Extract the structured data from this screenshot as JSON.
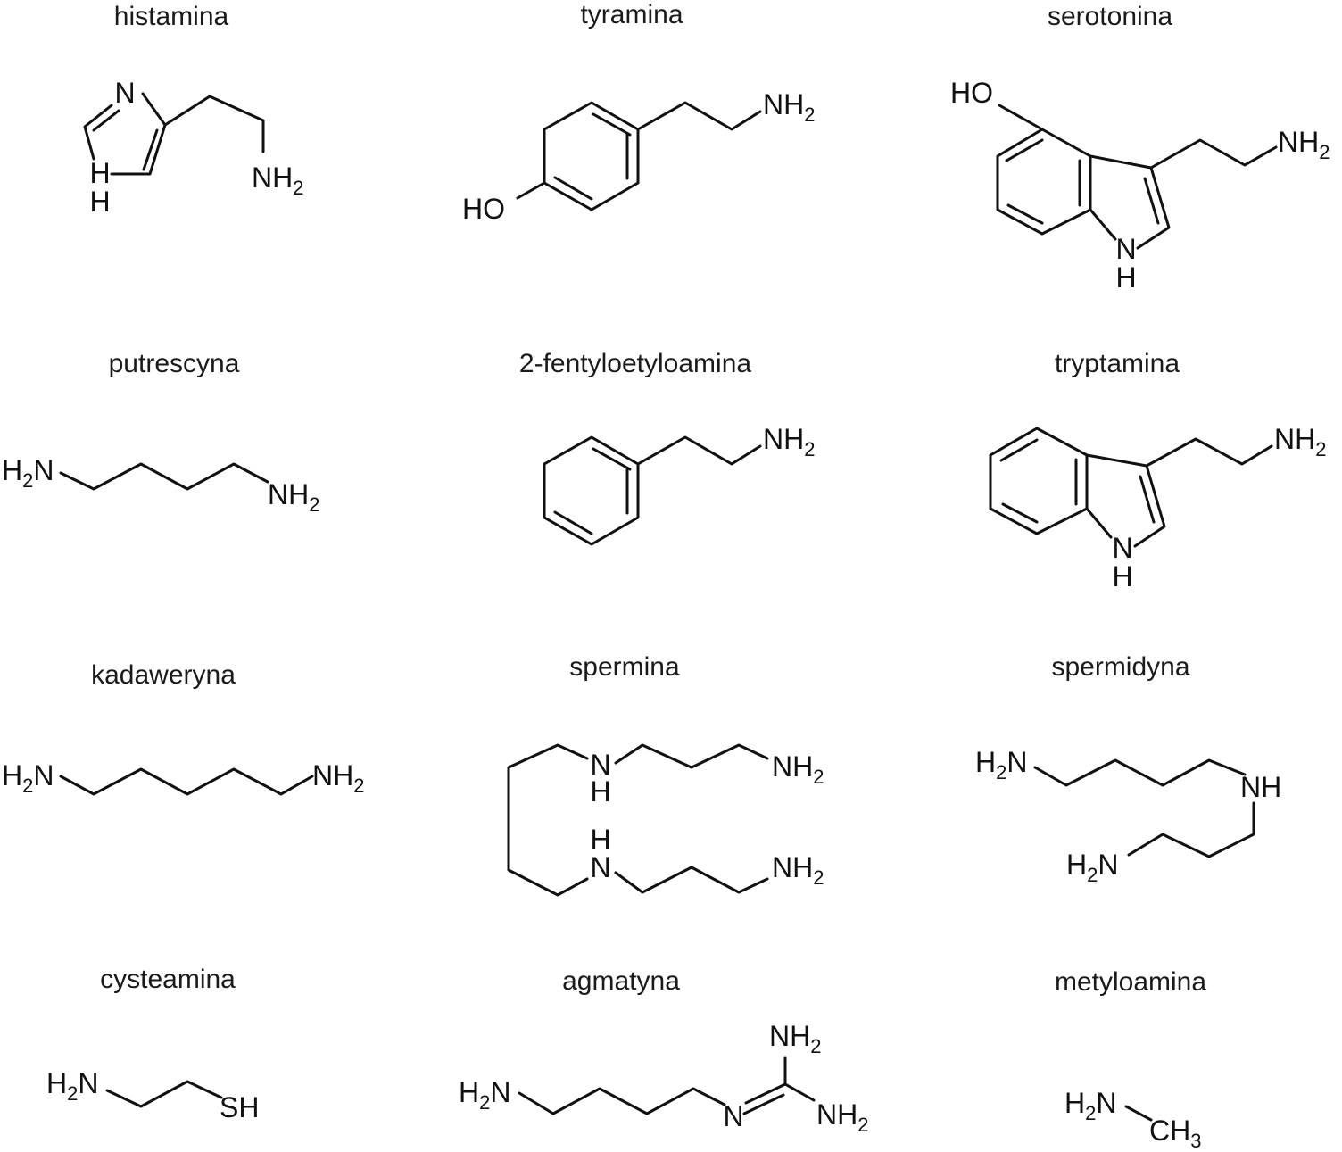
{
  "molecules": [
    {
      "id": "histamina",
      "name": "histamina",
      "labels": [
        [
          "N",
          ""
        ],
        [
          "NH",
          "2"
        ],
        [
          "H",
          ""
        ],
        [
          "H",
          ""
        ]
      ]
    },
    {
      "id": "tyramina",
      "name": "tyramina",
      "labels": [
        [
          "NH",
          "2"
        ],
        [
          "HO",
          ""
        ]
      ]
    },
    {
      "id": "serotonina",
      "name": "serotonina",
      "labels": [
        [
          "HO",
          ""
        ],
        [
          "NH",
          "2"
        ],
        [
          "N",
          ""
        ],
        [
          "H",
          ""
        ]
      ]
    },
    {
      "id": "putrescyna",
      "name": "putrescyna",
      "labels": [
        [
          "H",
          "2",
          "N"
        ],
        [
          "NH",
          "2"
        ]
      ]
    },
    {
      "id": "fenyloetyloamina",
      "name": "2-fentyloetyloamina",
      "labels": [
        [
          "NH",
          "2"
        ]
      ]
    },
    {
      "id": "tryptamina",
      "name": "tryptamina",
      "labels": [
        [
          "NH",
          "2"
        ],
        [
          "N",
          ""
        ],
        [
          "H",
          ""
        ]
      ]
    },
    {
      "id": "kadaweryna",
      "name": "kadaweryna",
      "labels": [
        [
          "H",
          "2",
          "N"
        ],
        [
          "NH",
          "2"
        ]
      ]
    },
    {
      "id": "spermina",
      "name": "spermina",
      "labels": [
        [
          "N",
          ""
        ],
        [
          "H",
          ""
        ],
        [
          "NH",
          "2"
        ],
        [
          "H",
          ""
        ],
        [
          "N",
          ""
        ],
        [
          "NH",
          "2"
        ]
      ]
    },
    {
      "id": "spermidyna",
      "name": "spermidyna",
      "labels": [
        [
          "H",
          "2",
          "N"
        ],
        [
          "NH",
          ""
        ],
        [
          "H",
          "2",
          "N"
        ]
      ]
    },
    {
      "id": "cysteamina",
      "name": "cysteamina",
      "labels": [
        [
          "H",
          "2",
          "N"
        ],
        [
          "SH",
          ""
        ]
      ]
    },
    {
      "id": "agmatyna",
      "name": "agmatyna",
      "labels": [
        [
          "H",
          "2",
          "N"
        ],
        [
          "N",
          ""
        ],
        [
          "NH",
          "2"
        ],
        [
          "NH",
          "2"
        ]
      ]
    },
    {
      "id": "metyloamina",
      "name": "metyloamina",
      "labels": [
        [
          "H",
          "2",
          "N"
        ],
        [
          "CH",
          "3"
        ]
      ]
    }
  ]
}
